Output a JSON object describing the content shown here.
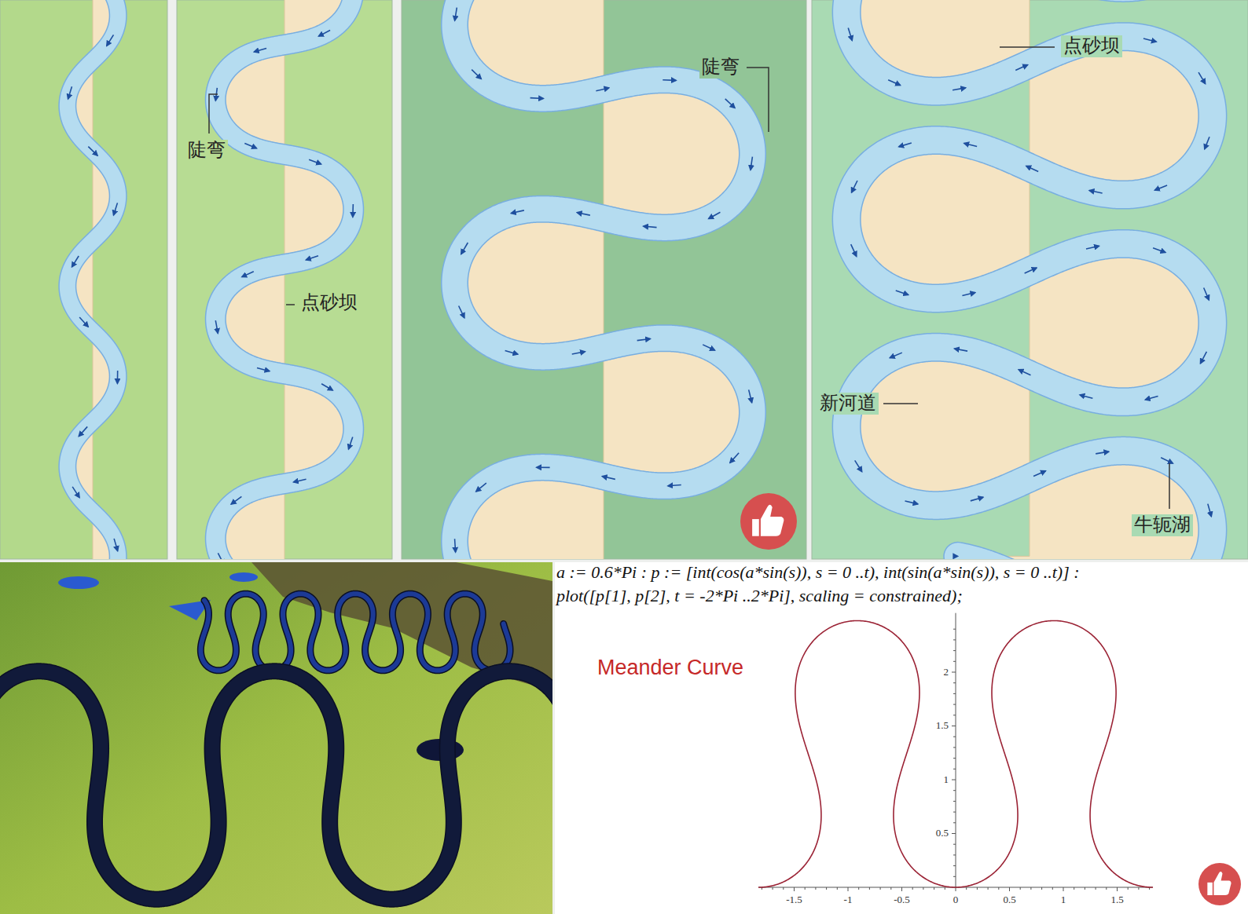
{
  "diagram": {
    "labels": [
      "陡弯",
      "点砂坝",
      "陡弯",
      "点砂坝",
      "新河道",
      "牛轭湖",
      "a := 0.6*Pi : p := [int(cos(a*sin(s)), s = 0 ..t), int(sin(a*sin(s)), s = 0 ..t)] :",
      "plot([p[1], p[2], t = -2*Pi ..2*Pi], scaling = constrained);",
      "Meander Curve",
      "2",
      "1.5",
      "1",
      "0.5",
      "-1.5",
      "-1",
      "-0.5",
      "0",
      "0.5",
      "1",
      "1.5"
    ]
  }
}
